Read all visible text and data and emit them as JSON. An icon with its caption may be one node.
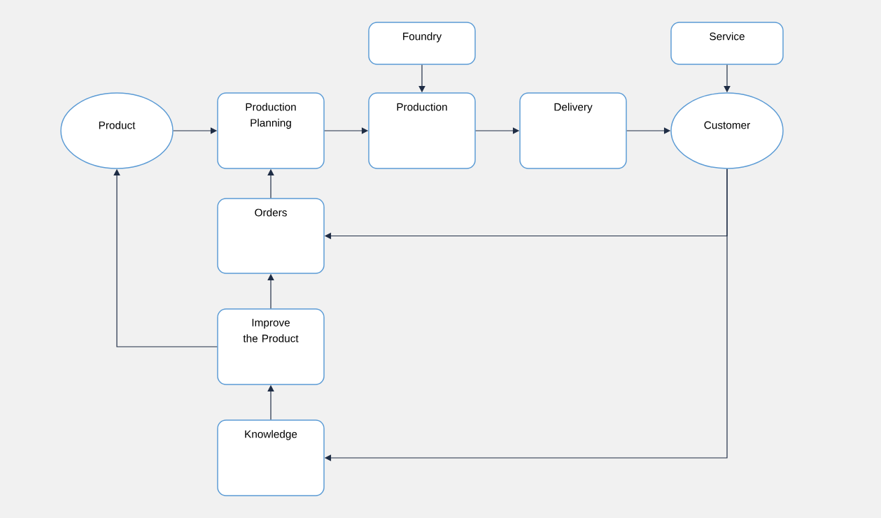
{
  "diagram": {
    "nodes": [
      {
        "text": [
          "Foundry"
        ]
      },
      {
        "text": [
          "Service"
        ]
      },
      {
        "text": [
          "Product"
        ]
      },
      {
        "text": [
          "Production Planning"
        ]
      },
      {
        "text": [
          "Production"
        ]
      },
      {
        "text": [
          "Delivery"
        ]
      },
      {
        "text": [
          "Customer"
        ]
      },
      {
        "text": [
          "Orders"
        ]
      },
      {
        "text": [
          "Improve the Product"
        ]
      },
      {
        "text": [
          "Knowledge"
        ]
      }
    ],
    "edges": [
      {
        "from": 2,
        "to": 3,
        "arrow": "to"
      },
      {
        "from": 3,
        "to": 4,
        "arrow": "to"
      },
      {
        "from": 0,
        "to": 4,
        "arrow": "to"
      },
      {
        "from": 4,
        "to": 5,
        "arrow": "to"
      },
      {
        "from": 5,
        "to": 6,
        "arrow": "to"
      },
      {
        "from": 1,
        "to": 6,
        "arrow": "to"
      },
      {
        "from": 7,
        "to": 3,
        "arrow": "to"
      },
      {
        "from": 6,
        "to": 7,
        "arrow": "to"
      },
      {
        "from": 6,
        "to": 9,
        "arrow": "to"
      },
      {
        "from": 8,
        "to": 7,
        "arrow": "to"
      },
      {
        "from": 8,
        "to": 2,
        "arrow": "to"
      },
      {
        "from": 9,
        "to": 8,
        "arrow": "to"
      }
    ]
  }
}
